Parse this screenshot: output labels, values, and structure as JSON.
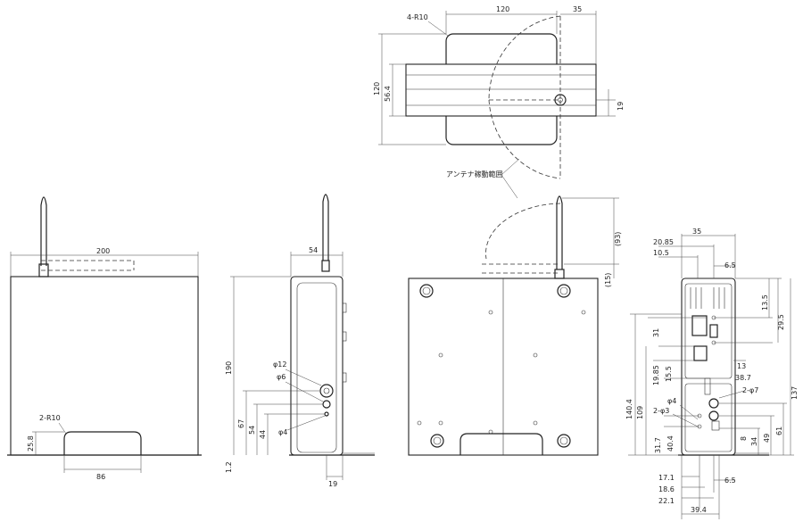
{
  "top_view": {
    "dim_width": "120",
    "dim_antenna_offset": "35",
    "dim_height": "120",
    "dim_body": "56.4",
    "dim_antenna_pos": "19",
    "radius_note": "4-R10",
    "antenna_range_label": "アンテナ稼動範囲"
  },
  "front_view": {
    "dim_width": "200",
    "radius_note": "2-R10",
    "dim_foot_height": "25.8",
    "dim_foot_width": "86"
  },
  "side_view": {
    "dim_width": "54",
    "dim_height": "190",
    "dim_h67": "67",
    "dim_h54": "54",
    "dim_h44": "44",
    "dim_base": "1.2",
    "dim_bottom": "19",
    "hole_12": "φ12",
    "hole_6": "φ6",
    "hole_4": "φ4"
  },
  "rear_view": {
    "dim_93": "(93)",
    "dim_15": "(15)"
  },
  "right_view": {
    "dim_35": "35",
    "dim_20_85": "20.85",
    "dim_10_5": "10.5",
    "dim_6_5_top": "6.5",
    "dim_13_5": "13.5",
    "dim_31": "31",
    "dim_29_5": "29.5",
    "dim_19_85": "19.85",
    "dim_15_5": "15.5",
    "dim_13": "13",
    "dim_38_7": "38.7",
    "dim_140_4": "140.4",
    "dim_109": "109",
    "dim_137": "137",
    "hole_phi4": "φ4",
    "hole_2phi3": "2-φ3",
    "hole_2phi7": "2-φ7",
    "dim_8": "8",
    "dim_34": "34",
    "dim_49": "49",
    "dim_61": "61",
    "dim_40_4": "40.4",
    "dim_31_7": "31.7",
    "dim_17_1": "17.1",
    "dim_18_6": "18.6",
    "dim_22_1": "22.1",
    "dim_39_4": "39.4",
    "dim_6_5_bottom": "6.5"
  }
}
